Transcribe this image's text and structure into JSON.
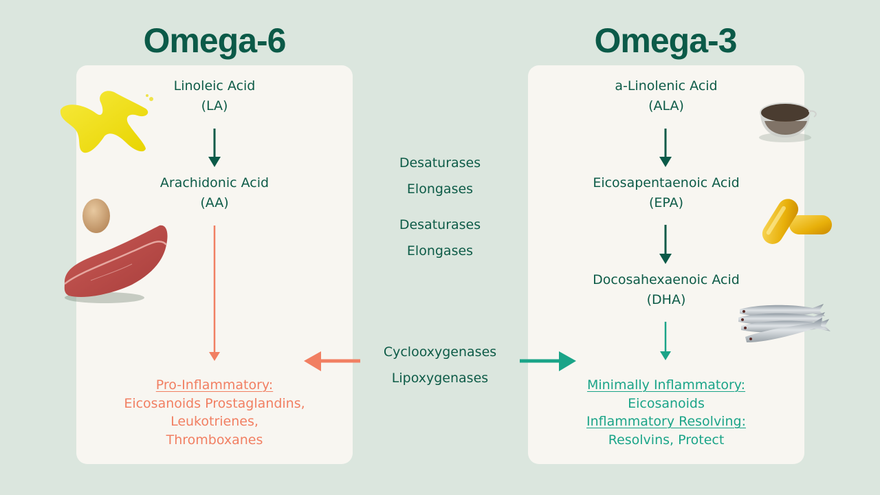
{
  "omega6": {
    "title": "Omega-6",
    "nodes": [
      {
        "name": "Linoleic Acid",
        "abbr": "(LA)"
      },
      {
        "name": "Arachidonic Acid",
        "abbr": "(AA)"
      }
    ],
    "result": {
      "heading": "Pro-Inflammatory:",
      "lines": [
        "Eicosanoids Prostaglandins,",
        "Leukotrienes,",
        "Thromboxanes"
      ]
    },
    "foods": [
      "oil-splash",
      "egg",
      "red-meat"
    ]
  },
  "omega3": {
    "title": "Omega-3",
    "nodes": [
      {
        "name": "a-Linolenic Acid",
        "abbr": "(ALA)"
      },
      {
        "name": "Eicosapentaenoic Acid",
        "abbr": "(EPA)"
      },
      {
        "name": "Docosahexaenoic Acid",
        "abbr": "(DHA)"
      }
    ],
    "result": {
      "heading1": "Minimally Inflammatory:",
      "line1": "Eicosanoids",
      "heading2": "Inflammatory Resolving:",
      "line2": "Resolvins, Protect"
    },
    "foods": [
      "chia-seed-bowl",
      "fish-oil-capsules",
      "sardines"
    ]
  },
  "enzymes": {
    "step1": [
      "Desaturases",
      "Elongases"
    ],
    "step2": [
      "Desaturases",
      "Elongases"
    ],
    "final": [
      "Cyclooxygenases",
      "Lipoxygenases"
    ]
  },
  "colors": {
    "primary": "#0b5a48",
    "pro_inflammatory": "#f17f62",
    "anti_inflammatory": "#1aa488",
    "background": "#dbe6de",
    "panel": "#f8f6f1"
  }
}
